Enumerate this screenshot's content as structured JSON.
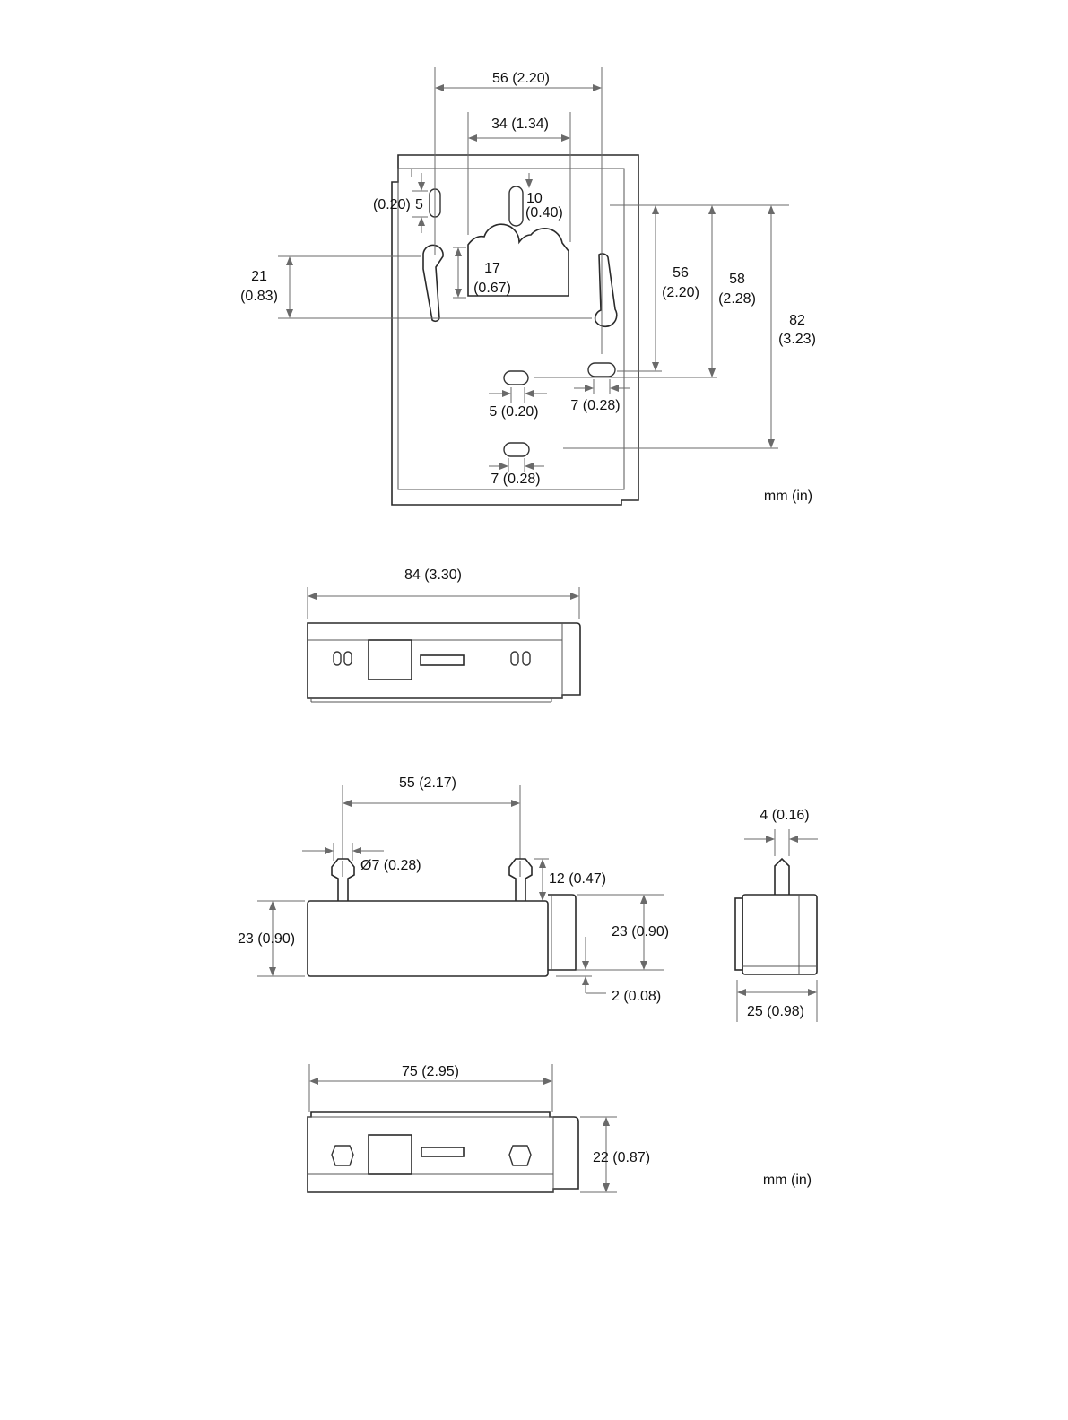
{
  "units_label": "mm (in)",
  "units_label_bottom": "mm (in)",
  "top_view": {
    "dim_width_outer": "56 (2.20)",
    "dim_width_inner": "34 (1.34)",
    "dim_slot_top_in": "(0.20)",
    "dim_slot_top_mm": "5",
    "dim_slot_center_mm": "10",
    "dim_slot_center_in": "(0.40)",
    "dim_left_mm": "21",
    "dim_left_in": "(0.83)",
    "dim_cutout_mm": "17",
    "dim_cutout_in": "(0.67)",
    "dim_right1_mm": "56",
    "dim_right1_in": "(2.20)",
    "dim_right2_mm": "58",
    "dim_right2_in": "(2.28)",
    "dim_right3_mm": "82",
    "dim_right3_in": "(3.23)",
    "dim_hole_mid": "5 (0.20)",
    "dim_hole_right": "7 (0.28)",
    "dim_hole_bottom": "7 (0.28)"
  },
  "top_edge_view": {
    "dim_width": "84 (3.30)"
  },
  "front_view": {
    "dim_peg_span": "55 (2.17)",
    "dim_peg_dia": "Ø7 (0.28)",
    "dim_peg_height": "12 (0.47)",
    "dim_height_left": "23 (0.90)",
    "dim_height_right": "23 (0.90)",
    "dim_step": "2 (0.08)"
  },
  "side_view": {
    "dim_pin": "4 (0.16)",
    "dim_depth": "25 (0.98)"
  },
  "bottom_view": {
    "dim_width": "75 (2.95)",
    "dim_height": "22 (0.87)"
  }
}
